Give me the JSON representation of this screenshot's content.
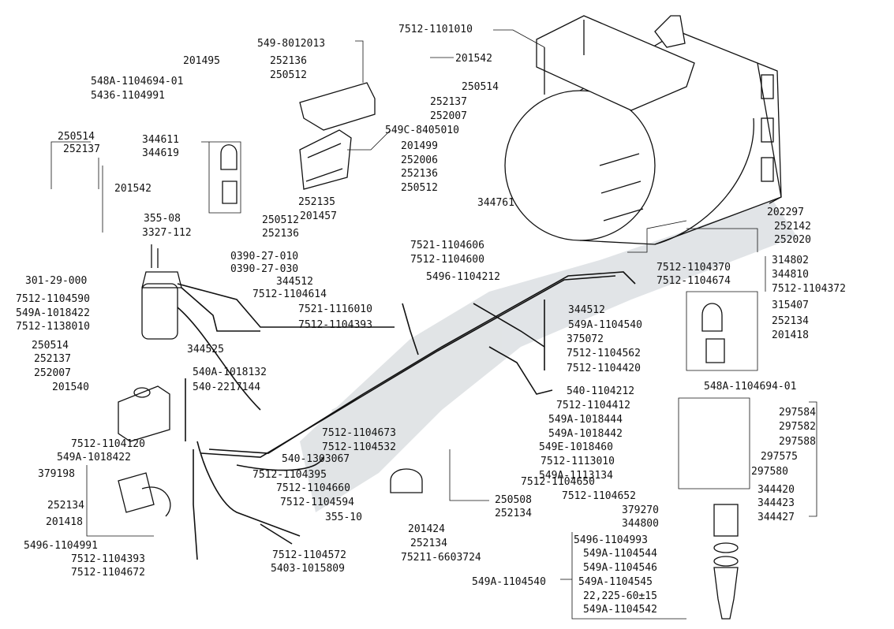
{
  "labels": [
    "549-8012013",
    "201495",
    "252136",
    "250512",
    "548A-1104694-01",
    "5436-1104991",
    "7512-1101010",
    "201542",
    "250514",
    "252137",
    "252007",
    "344611",
    "344619",
    "250514",
    "252137",
    "201542",
    "549C-8405010",
    "201499",
    "252006",
    "252136",
    "250512",
    "355-08",
    "3327-112",
    "250512",
    "252136",
    "252135",
    "201457",
    "0390-27-010",
    "0390-27-030",
    "301-29-000",
    "7512-1104590",
    "549A-1018422",
    "7512-1138010",
    "250514",
    "252137",
    "252007",
    "201540",
    "344525",
    "540A-1018132",
    "540-2217144",
    "344512",
    "7512-1104614",
    "7521-1104606",
    "7512-1104600",
    "5496-1104212",
    "7521-1116010",
    "7512-1104393",
    "344761",
    "202297",
    "252142",
    "252020",
    "7512-1104370",
    "7512-1104674",
    "314802",
    "344810",
    "7512-1104372",
    "344512",
    "549A-1104540",
    "375072",
    "7512-1104562",
    "7512-1104420",
    "315407",
    "252134",
    "201418",
    "540-1104212",
    "548A-1104694-01",
    "7512-1104412",
    "549A-1018444",
    "549A-1018442",
    "549E-1018460",
    "7512-1113010",
    "549A-1113134",
    "7512-1104673",
    "7512-1104532",
    "540-1303067",
    "7512-1104120",
    "549A-1018422",
    "379198",
    "7512-1104395",
    "7512-1104660",
    "7512-1104594",
    "252134",
    "201418",
    "5496-1104991",
    "7512-1104393",
    "7512-1104672",
    "355-10",
    "7512-1104572",
    "5403-1015809",
    "250508",
    "252134",
    "201424",
    "252134",
    "75211-6603724",
    "7512-1104650",
    "7512-1104652",
    "379270",
    "344800",
    "297584",
    "297582",
    "297588",
    "297575",
    "297580",
    "344420",
    "344423",
    "344427",
    "5496-1104993",
    "549A-1104544",
    "549A-1104546",
    "549A-1104545",
    "549A-1104540",
    "22,225-60±15",
    "549A-1104542"
  ]
}
